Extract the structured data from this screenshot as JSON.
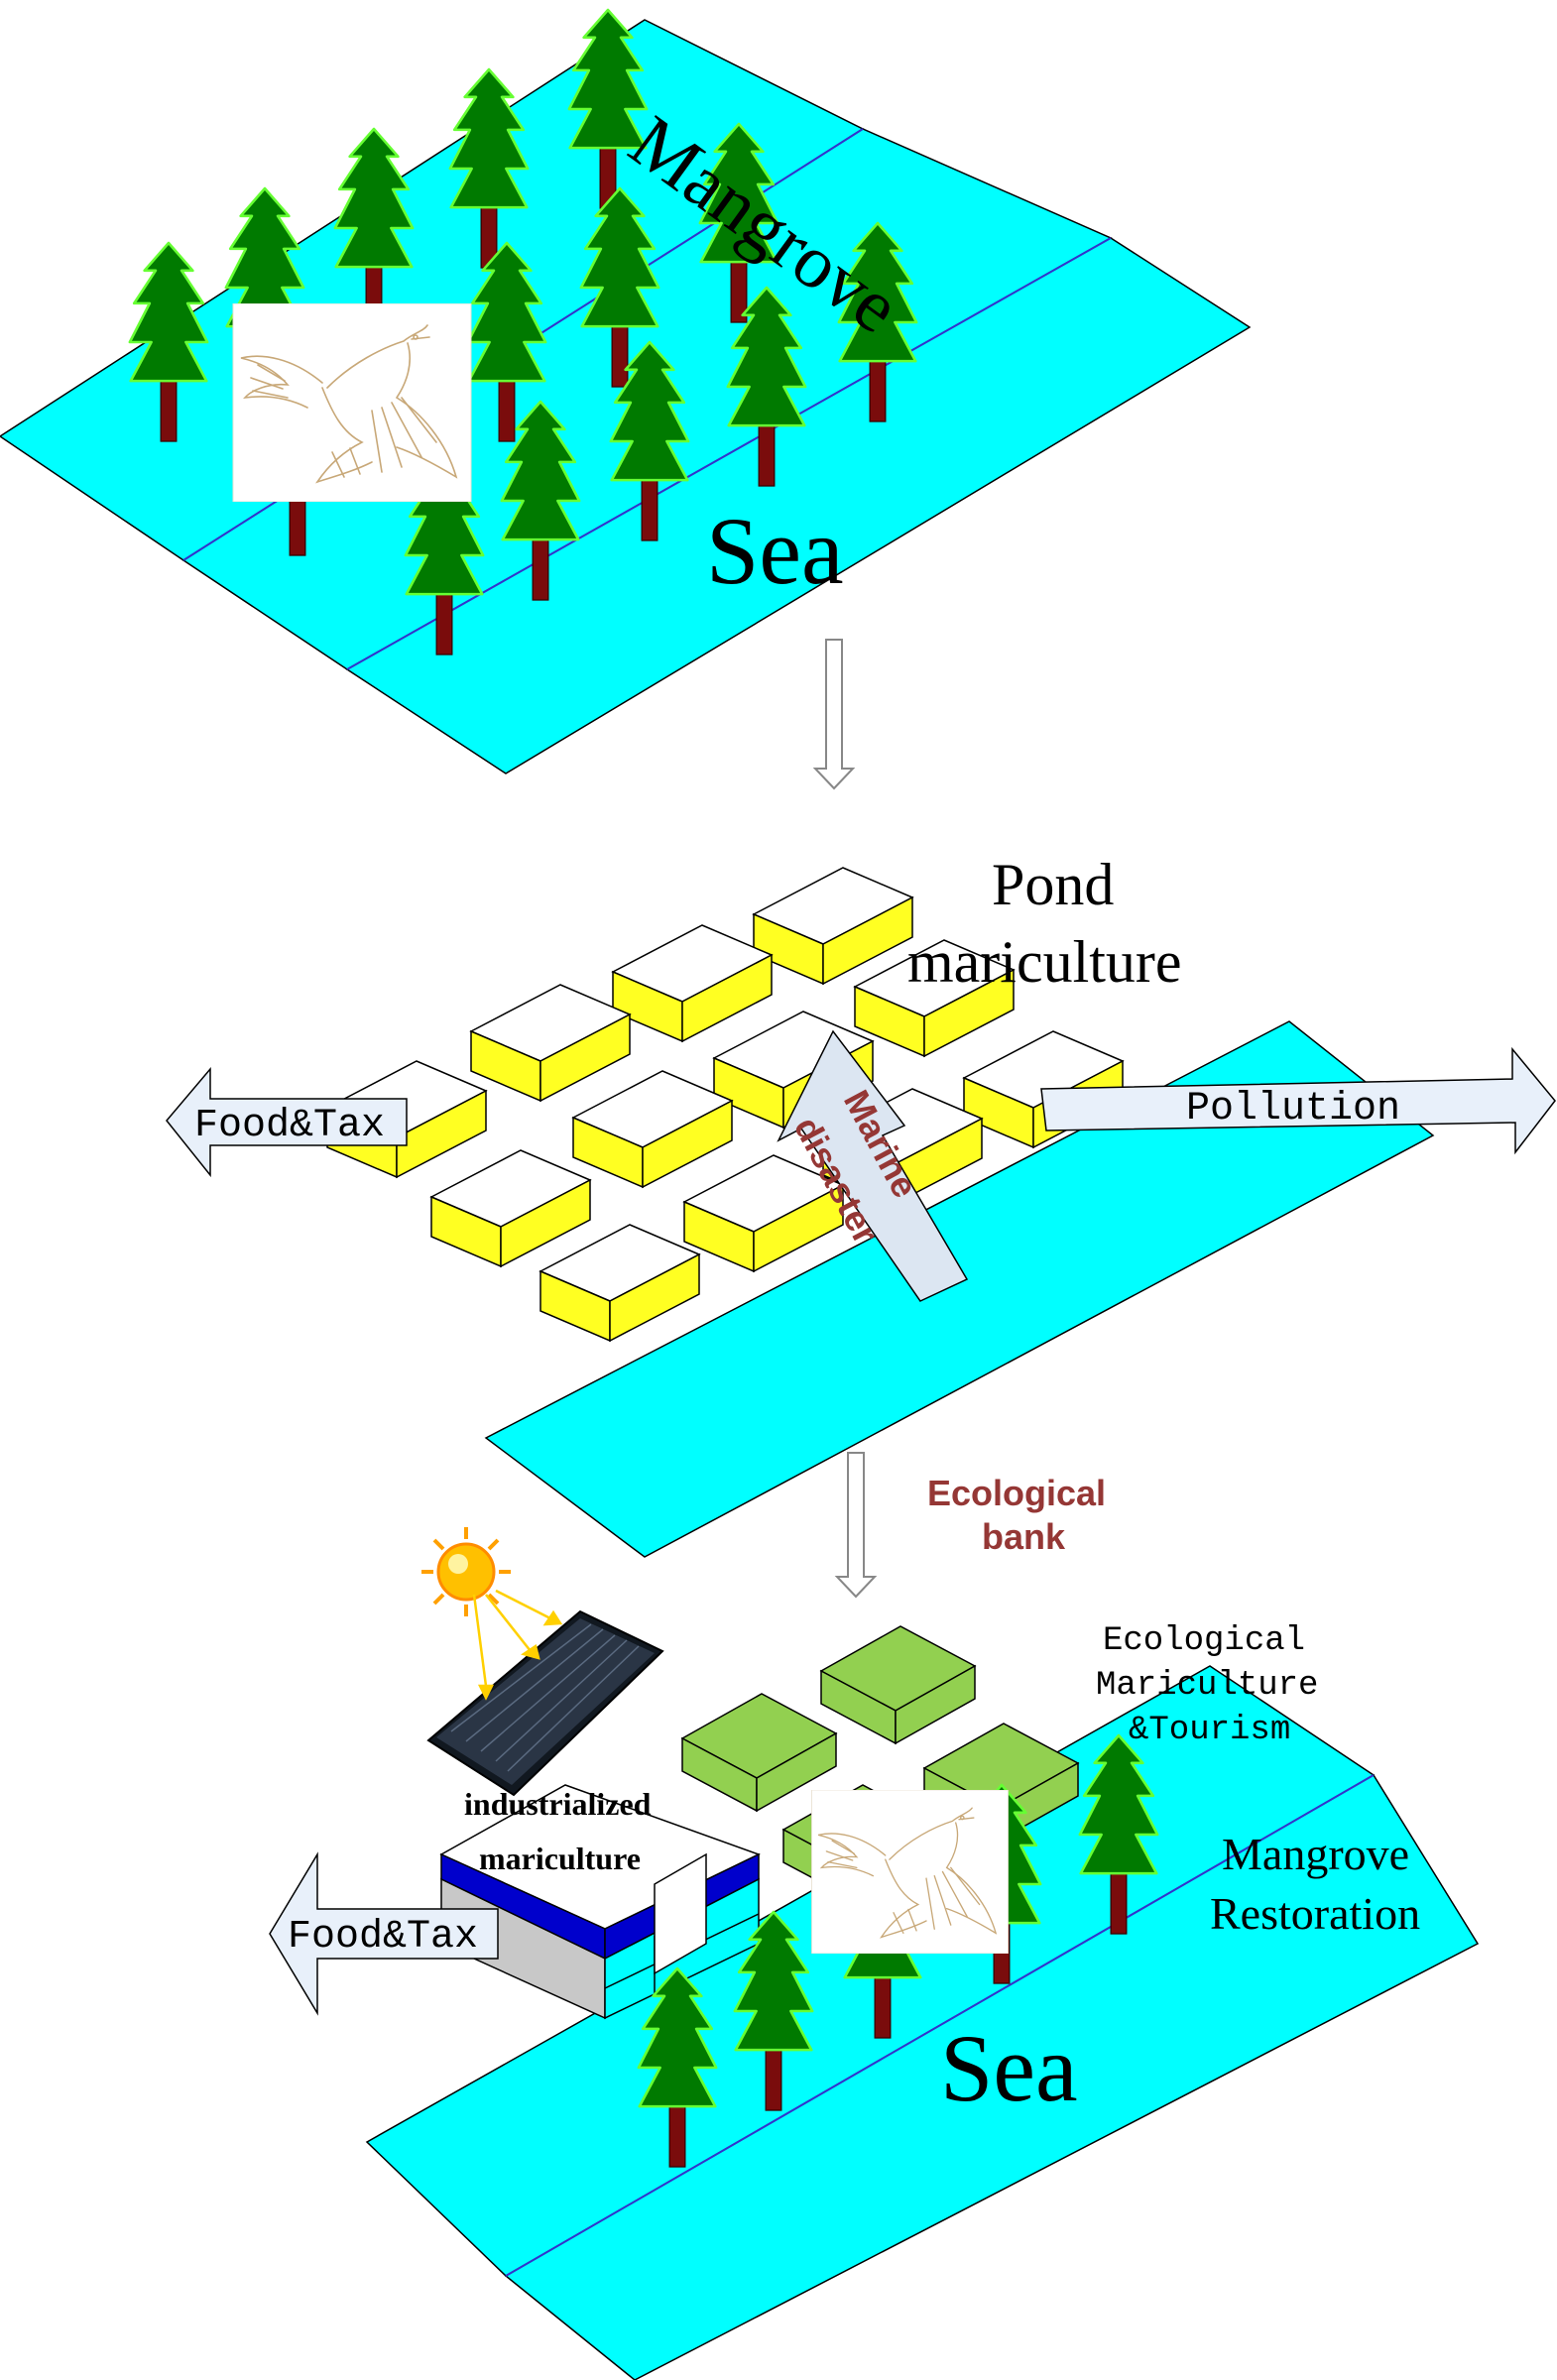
{
  "colors": {
    "sea": "#00ffff",
    "tree": "#007a00",
    "tree_outline": "#66ff33",
    "trunk": "#7a0c0c",
    "pond_top": "#ffffff",
    "pond_side": "#ffff22",
    "eco_pond": "#92d050",
    "bank_text": "#953735",
    "building_band": "#0000cc"
  },
  "icons": [
    "bird-icon",
    "sun-icon",
    "solar-panel-icon"
  ],
  "labels": {
    "mangrove": "Mangrove",
    "sea_top": "Sea",
    "pond_line1": "Pond",
    "pond_line2": "mariculture",
    "food_tax_middle": "Food&Tax",
    "pollution": "Pollution",
    "marine_line1": "Marine",
    "marine_line2": "disaster",
    "eco_bank_line1": "Ecological",
    "eco_bank_line2": "bank",
    "eco_mar_line1": "Ecological",
    "eco_mar_line2": "Mariculture",
    "eco_mar_line3": "&Tourism",
    "industrial_line1": "industrialized",
    "industrial_line2": "mariculture",
    "restoration_line1": "Mangrove",
    "restoration_line2": "Restoration",
    "food_tax_bottom": "Food&Tax",
    "sea_bottom": "Sea"
  }
}
